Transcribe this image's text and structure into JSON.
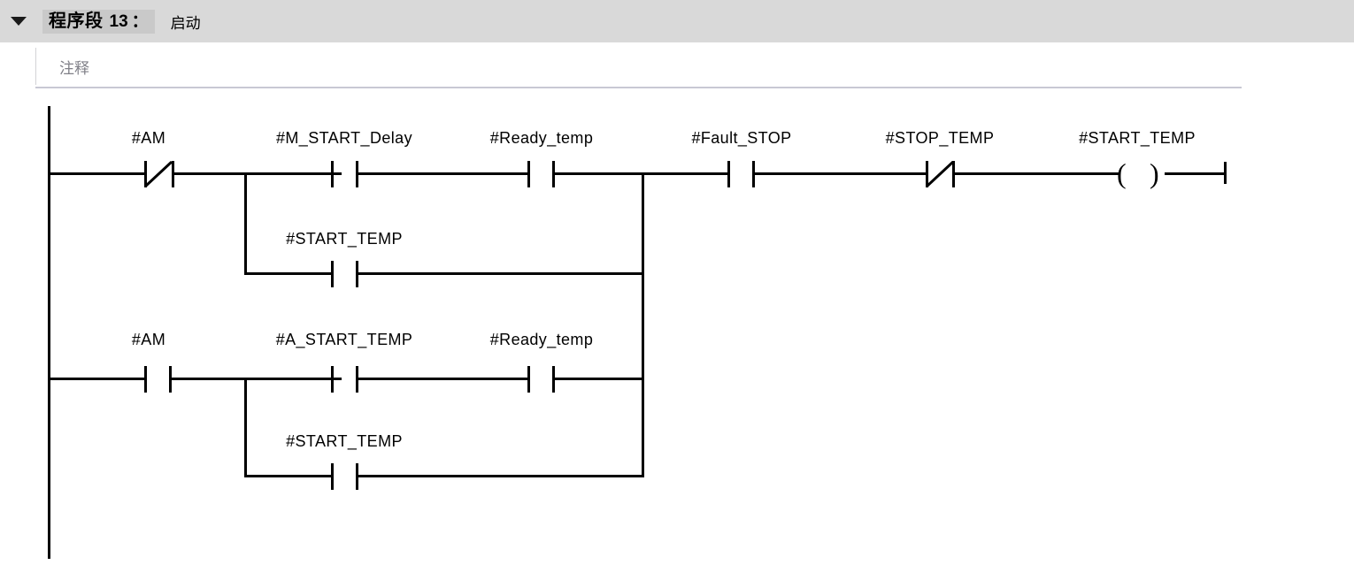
{
  "header": {
    "collapse_icon": "triangle-down-icon",
    "network_label": "程序段",
    "network_number": "13",
    "colon": "：",
    "network_name": "启动"
  },
  "comment": {
    "placeholder": "注释"
  },
  "ladder": {
    "rungs": [
      {
        "id": "rung-1",
        "elements": [
          {
            "label": "#AM",
            "type": "contact-nc"
          },
          {
            "label": "#M_START_Delay",
            "type": "contact-no"
          },
          {
            "label": "#Ready_temp",
            "type": "contact-no"
          },
          {
            "label": "#Fault_STOP",
            "type": "contact-no"
          },
          {
            "label": "#STOP_TEMP",
            "type": "contact-nc"
          },
          {
            "label": "#START_TEMP",
            "type": "coil"
          }
        ]
      },
      {
        "id": "branch-1",
        "elements": [
          {
            "label": "#START_TEMP",
            "type": "contact-no"
          }
        ]
      },
      {
        "id": "rung-2",
        "elements": [
          {
            "label": "#AM",
            "type": "contact-no"
          },
          {
            "label": "#A_START_TEMP",
            "type": "contact-no"
          },
          {
            "label": "#Ready_temp",
            "type": "contact-no"
          }
        ]
      },
      {
        "id": "branch-2",
        "elements": [
          {
            "label": "#START_TEMP",
            "type": "contact-no"
          }
        ]
      }
    ],
    "labels": {
      "r1_am": "#AM",
      "r1_m_start_delay": "#M_START_Delay",
      "r1_ready_temp": "#Ready_temp",
      "r1_fault_stop": "#Fault_STOP",
      "r1_stop_temp": "#STOP_TEMP",
      "r1_start_temp_coil": "#START_TEMP",
      "b1_start_temp": "#START_TEMP",
      "r2_am": "#AM",
      "r2_a_start_temp": "#A_START_TEMP",
      "r2_ready_temp": "#Ready_temp",
      "b2_start_temp": "#START_TEMP"
    },
    "coil_open": "(",
    "coil_close": ")"
  },
  "colors": {
    "header_background": "#d9d9d9",
    "header_chip": "#c9c9c9",
    "wire": "#000000",
    "comment_placeholder": "#808088",
    "separator": "#c8c8d4"
  }
}
